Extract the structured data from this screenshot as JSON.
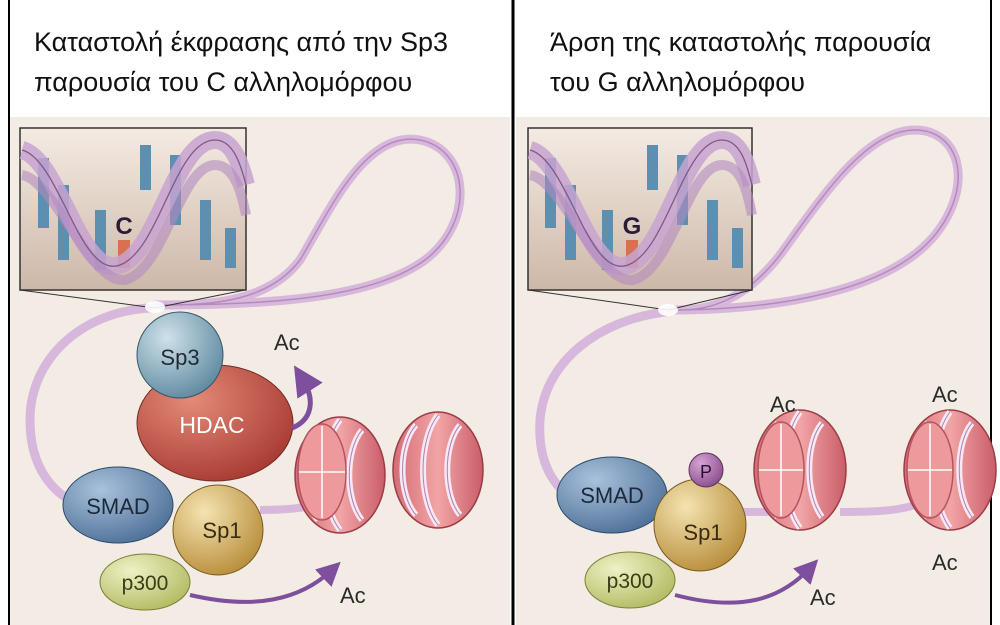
{
  "panels": [
    {
      "title_line1": "Καταστολή έκφρασης από την Sp3",
      "title_line2": "παρουσία του C  αλληλομόρφου",
      "allele": "C",
      "proteins": {
        "sp3": "Sp3",
        "hdac": "HDAC",
        "smad": "SMAD",
        "sp1": "Sp1",
        "p300": "p300"
      },
      "acetyl_labels": [
        "Ac",
        "Ac"
      ]
    },
    {
      "title_line1": "Άρση της καταστολής παρουσία",
      "title_line2": "του G αλληλομόρφου",
      "allele": "G",
      "proteins": {
        "smad": "SMAD",
        "sp1": "Sp1",
        "p300": "p300",
        "phospho": "P"
      },
      "acetyl_labels": [
        "Ac",
        "Ac",
        "Ac",
        "Ac"
      ]
    }
  ],
  "colors": {
    "background": "#f3ece4",
    "dna_strand": "#d7b8dc",
    "nucleosome": "#e7878d",
    "sp3": "#7fa4b8",
    "hdac": "#c2483f",
    "smad": "#6d8fb4",
    "sp1": "#d9b35a",
    "p300": "#cfd68a",
    "phospho": "#a86aa9",
    "arrow": "#7d4f9c"
  }
}
